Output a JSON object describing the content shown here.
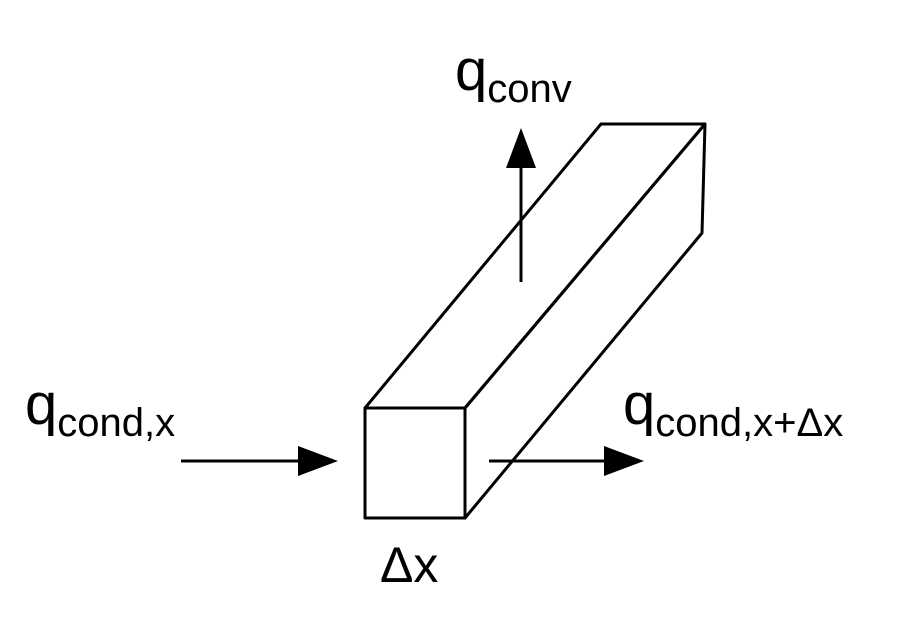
{
  "labels": {
    "conv": {
      "base": "q",
      "sub": "conv"
    },
    "cond_in": {
      "base": "q",
      "sub": "cond,x"
    },
    "cond_out": {
      "base": "q",
      "sub": "cond,x+Δx"
    },
    "dx": "Δx"
  },
  "colors": {
    "stroke": "#000000",
    "background": "#ffffff"
  }
}
